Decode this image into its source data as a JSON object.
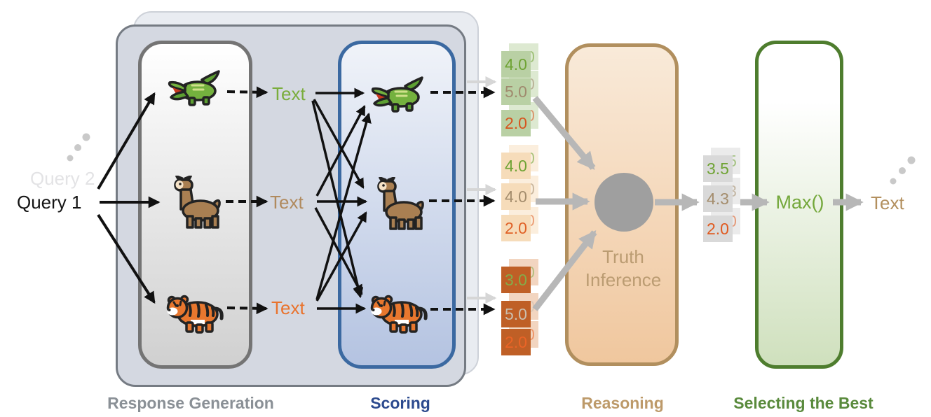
{
  "queries": {
    "current": "Query 1",
    "previous": "Query 2"
  },
  "agents": [
    {
      "name": "crocodile",
      "text_label": "Text",
      "color": "#7aad3c"
    },
    {
      "name": "llama",
      "text_label": "Text",
      "color": "#b08a5e"
    },
    {
      "name": "tiger",
      "text_label": "Text",
      "color": "#e9732d"
    }
  ],
  "stages": [
    {
      "label": "Response Generation",
      "accent": "#747474",
      "label_color": "#8a9096"
    },
    {
      "label": "Scoring",
      "accent": "#3b69a1",
      "label_color": "#2c4a8e"
    },
    {
      "label": "Reasoning",
      "accent": "#b18f5e",
      "label_color": "#bd9a6a"
    },
    {
      "label": "Selecting the Best",
      "accent": "#4e7d2e",
      "label_color": "#598a3c"
    }
  ],
  "score_groups": [
    {
      "response": "crocodile",
      "bg": "#b9d0a4",
      "ghost_bg": "#dde9d1",
      "scores": [
        {
          "value": "4.0",
          "color": "#6fa334"
        },
        {
          "value": "5.0",
          "color": "#a08a6e"
        },
        {
          "value": "2.0",
          "color": "#d6551f"
        }
      ]
    },
    {
      "response": "llama",
      "bg": "#f6dcba",
      "ghost_bg": "#fbeedd",
      "scores": [
        {
          "value": "4.0",
          "color": "#6fa334"
        },
        {
          "value": "4.0",
          "color": "#a48d6d"
        },
        {
          "value": "2.0",
          "color": "#e06227"
        }
      ]
    },
    {
      "response": "tiger",
      "bg": "#bf5f26",
      "ghost_bg": "#f2d5c0",
      "scores": [
        {
          "value": "3.0",
          "color": "#85ab4a"
        },
        {
          "value": "5.0",
          "color": "#cbbfae"
        },
        {
          "value": "2.0",
          "color": "#ea6426"
        }
      ]
    }
  ],
  "reasoning": {
    "node_line1": "Truth",
    "node_line2": "Inference",
    "text_color": "#bb9c72"
  },
  "aggregated_scores": {
    "bg": "#d9d9d9",
    "ghost_bg": "#ebebeb",
    "scores": [
      {
        "value": "3.5",
        "color": "#6fa334"
      },
      {
        "value": "4.3",
        "color": "#a48d6d"
      },
      {
        "value": "2.0",
        "color": "#e05a20"
      }
    ]
  },
  "selecting": {
    "operator": "Max()",
    "color": "#73a73a"
  },
  "output": {
    "label": "Text",
    "color": "#b3905f"
  }
}
